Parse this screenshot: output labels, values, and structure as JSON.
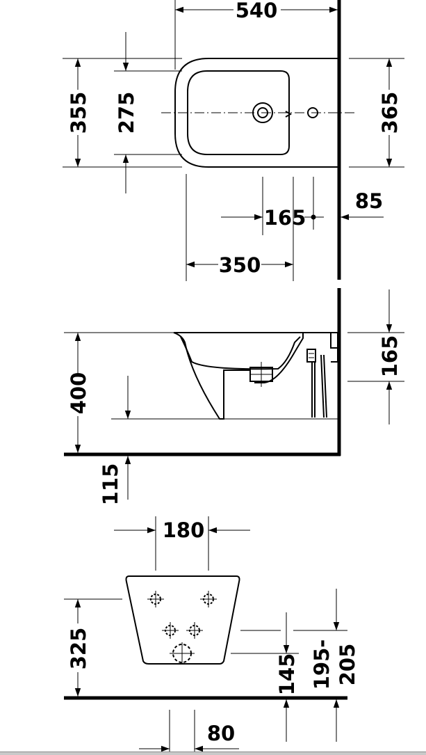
{
  "drawing": {
    "top_view": {
      "width": "540",
      "depth_outer_left": "355",
      "depth_inner": "275",
      "depth_outer_right": "365",
      "tap_to_wall": "165",
      "wall_offset": "85",
      "fixing_to_wall": "350"
    },
    "side_view": {
      "rim_height": "400",
      "waste_height": "165",
      "floor_gap": "115"
    },
    "front_view": {
      "fixing_spacing": "180",
      "height": "325",
      "waste_height": "145",
      "waste_range": "195-\n205",
      "waste_range_line1": "195-",
      "waste_range_line2": "205",
      "bolt_offset": "80"
    }
  }
}
